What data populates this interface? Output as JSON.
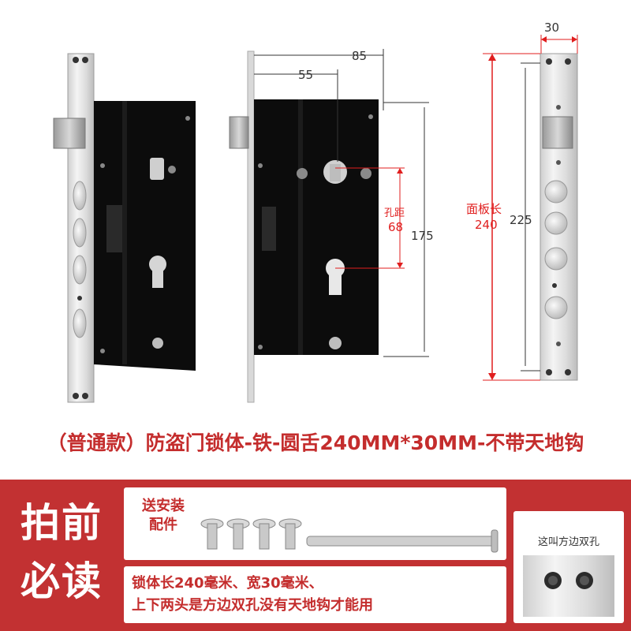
{
  "diagram": {
    "dim_85": "85",
    "dim_55": "55",
    "dim_30": "30",
    "hole_spacing_label": "孔距",
    "hole_spacing_value": "68",
    "body_height": "175",
    "panel_length_label": "面板长",
    "panel_length_value": "240",
    "panel_inner_length": "225"
  },
  "product_title": "（普通款）防盗门锁体-铁-圆舌240MM*30MM-不带天地钩",
  "notice": {
    "heading_line1": "拍前",
    "heading_line2": "必读",
    "hardware_label_line1": "送安装",
    "hardware_label_line2": "配件",
    "spec_line1": "锁体长240毫米、宽30毫米、",
    "spec_line2": "上下两头是方边双孔没有天地钩才能用",
    "holes_label": "这叫方边双孔"
  },
  "colors": {
    "accent_red": "#c23132",
    "dimension_red": "#e01e1e"
  }
}
